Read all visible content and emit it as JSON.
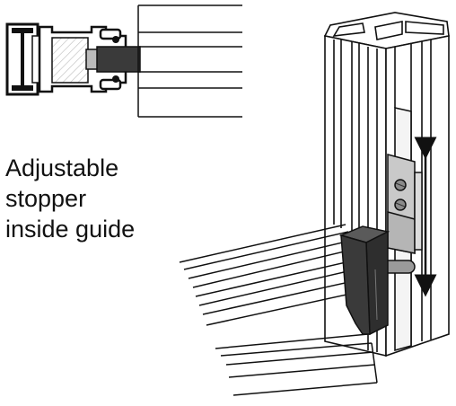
{
  "caption": {
    "lines": [
      "Adjustable",
      "stopper",
      "inside guide"
    ]
  },
  "colors": {
    "ink": "#111111",
    "stopper_dark": "#3a3a3a",
    "stopper_mid": "#5a5a5a",
    "bracket_gray": "#c9c9c9",
    "pin_gray": "#9a9a9a",
    "glass_hatch": "#bbbbbb"
  },
  "icons": {
    "adjustment_arrow": "double-headed-vertical-arrow"
  }
}
